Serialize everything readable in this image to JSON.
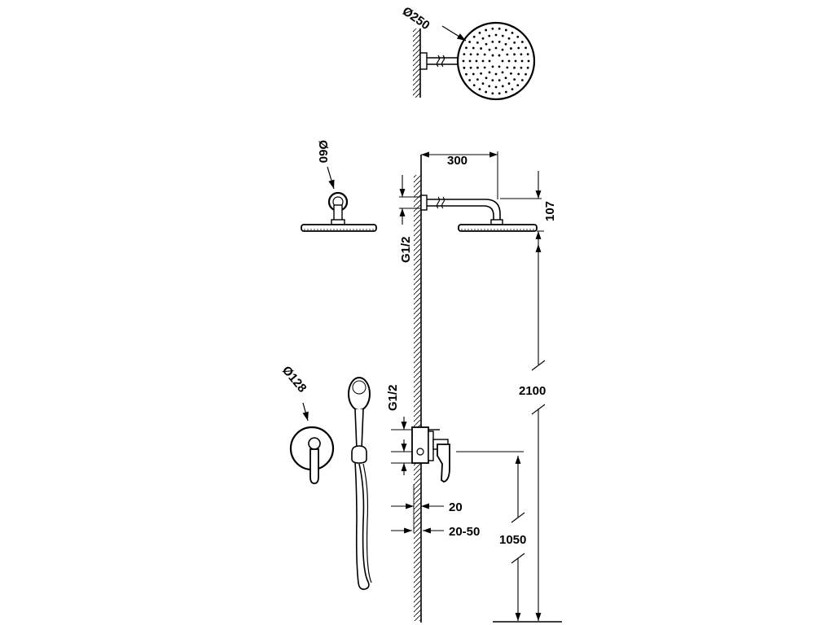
{
  "labels": {
    "diameter_head_top": "Ø250",
    "diameter_arm_flange": "Ø60",
    "diameter_mixer_plate": "Ø128",
    "arm_reach": "300",
    "arm_drop": "107",
    "thread_upper": "G1/2",
    "thread_lower": "G1/2",
    "total_height": "2100",
    "mixer_height": "1050",
    "wall_offset": "20",
    "wall_offset_range": "20-50"
  }
}
